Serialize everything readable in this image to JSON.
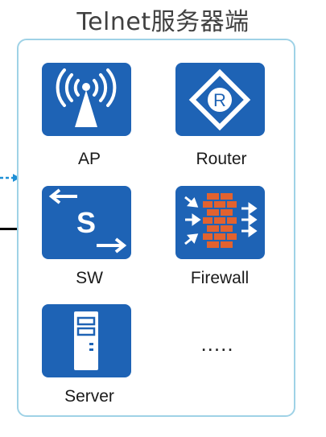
{
  "title": "Telnet服务器端",
  "devices": [
    {
      "label": "AP",
      "icon": "wireless-ap-icon"
    },
    {
      "label": "Router",
      "icon": "router-icon"
    },
    {
      "label": "SW",
      "icon": "switch-icon"
    },
    {
      "label": "Firewall",
      "icon": "firewall-icon"
    },
    {
      "label": "Server",
      "icon": "server-icon"
    }
  ],
  "more": ".....",
  "colors": {
    "tile": "#1e63b5",
    "panel_border": "#9fd2e6",
    "dashed_arrow": "#1e8fd6",
    "firewall_brick": "#e2622f"
  }
}
